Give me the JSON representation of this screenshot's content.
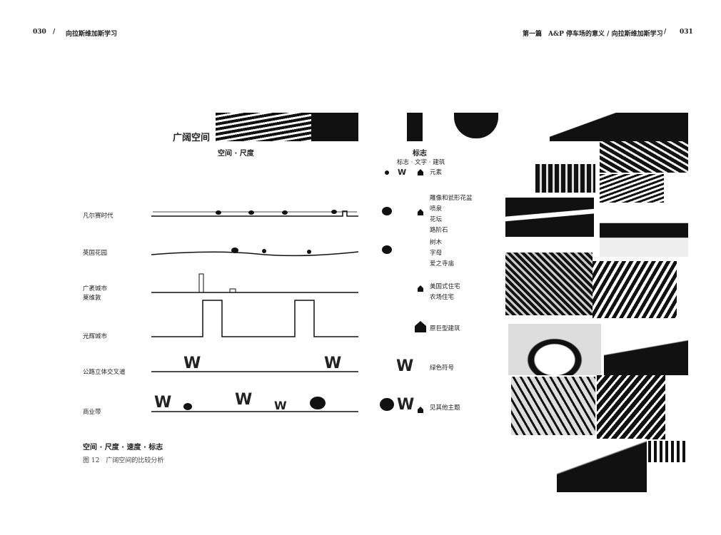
{
  "header": {
    "left_page": "030",
    "left_title": "向拉斯维加斯学习",
    "right_title": "第一篇　A&P 停车场的意义 / 向拉斯维加斯学习",
    "right_page": "031",
    "sep": "/"
  },
  "section_title": "广阔空间",
  "col_left_title": "空间 · 尺度",
  "col_right_title": "标志",
  "col_right_sub": "标志 · 文字 · 建筑",
  "rows": [
    {
      "label": "凡尔赛时代"
    },
    {
      "label": "英国花园"
    },
    {
      "label": "广袤城市",
      "label2": "莱维敦"
    },
    {
      "label": "光辉城市"
    },
    {
      "label": "公路立体交叉道"
    },
    {
      "label": "商业带"
    }
  ],
  "legend": [
    {
      "text": [
        "元素"
      ]
    },
    {
      "text": [
        "雕像和瓮形花盆",
        "喷泉",
        "花坛",
        "路阶石"
      ]
    },
    {
      "text": [
        "树木",
        "字母",
        "爱之寺庙"
      ]
    },
    {
      "text": [
        "美国式住宅",
        "农场住宅"
      ]
    },
    {
      "text": [
        "原巨型建筑"
      ]
    },
    {
      "text": [
        "绿色符号"
      ]
    },
    {
      "text": [
        "见其他主题"
      ]
    }
  ],
  "w_letter": "W",
  "caption": {
    "title": "空间 · 尺度 · 速度 · 标志",
    "figure": "图 12　广阔空间的比较分析"
  }
}
